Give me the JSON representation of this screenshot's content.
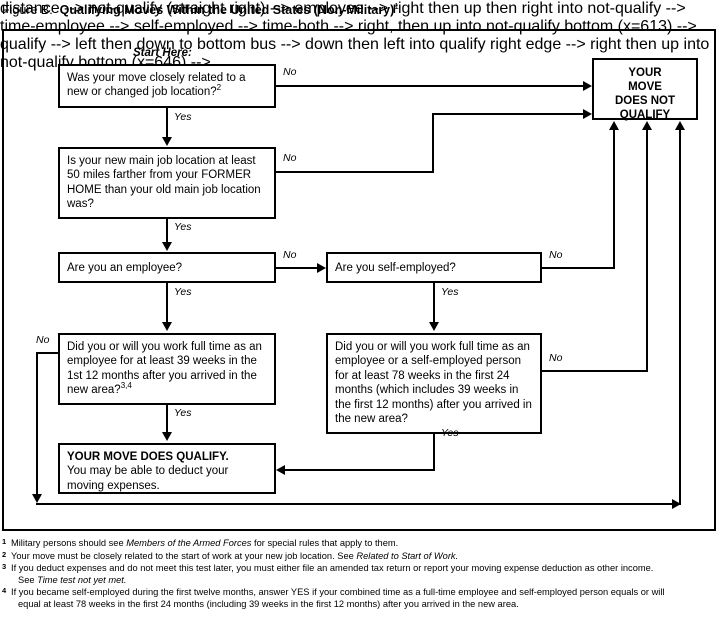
{
  "title": {
    "label": "Figure B.",
    "name": "Qualifying Moves Within the United States (Non-Military)",
    "superscript": "1"
  },
  "start_label": "Start Here:",
  "nodes": {
    "start": {
      "id": "start",
      "lines": [
        "Was your move closely related to a",
        "new or changed job location?"
      ],
      "superscript": "2"
    },
    "distance": {
      "id": "distance",
      "lines": [
        "Is your new main job location at least",
        "50 miles farther from your FORMER",
        "HOME than your old main job location",
        "was?"
      ]
    },
    "employee": {
      "id": "employee",
      "lines": [
        "Are you an employee?"
      ]
    },
    "self_employed": {
      "id": "self_employed",
      "lines": [
        "Are you self-employed?"
      ]
    },
    "time_employee": {
      "id": "time_employee",
      "lines": [
        "Did you or will you work full time as an",
        "employee for at least 39 weeks in the",
        "1st 12 months after you arrived in the",
        "new area?"
      ],
      "superscript": "3,4"
    },
    "time_both": {
      "id": "time_both",
      "lines": [
        "Did you or will you work full time as an",
        "employee or a self-employed person",
        "for at least 78 weeks in the first 24",
        "months (which includes 39 weeks in",
        "the first 12 months) after you arrived in",
        "the new area?"
      ]
    },
    "qualify": {
      "id": "qualify",
      "heading": "YOUR MOVE DOES QUALIFY.",
      "lines": [
        "You may be able to deduct your",
        "moving expenses."
      ]
    },
    "not_qualify": {
      "id": "not_qualify",
      "lines": [
        "YOUR",
        "MOVE",
        "DOES NOT",
        "QUALIFY"
      ]
    }
  },
  "edges": {
    "start_no": "No",
    "start_yes": "Yes",
    "distance_no": "No",
    "distance_yes": "Yes",
    "employee_no": "No",
    "employee_yes": "Yes",
    "self_employed_no": "No",
    "self_employed_yes": "Yes",
    "time_employee_no": "No",
    "time_employee_yes": "Yes",
    "time_both_no": "No",
    "time_both_yes": "Yes"
  },
  "footnotes": [
    {
      "num": "1",
      "pre": "Military persons should see ",
      "italic": "Members of the Armed Forces",
      "post": " for special rules that apply to them."
    },
    {
      "num": "2",
      "pre": "Your move must be closely related to the start of work at your new job location. See ",
      "italic": "Related to Start of Work.",
      "post": ""
    },
    {
      "num": "3",
      "pre": "If you deduct expenses and do not meet this test later, you must either file an amended tax return or report your moving expense deduction as other income.",
      "cont_pre": "See ",
      "cont_italic": "Time test not yet met.",
      "italic": "",
      "post": ""
    },
    {
      "num": "4",
      "pre": "If you became self-employed during the first twelve months, answer YES if your combined time as a full-time employee and self-employed person equals or will",
      "cont_pre": "equal at least 78 weeks in the first 24 months (including 39 weeks in the first 12 months) after you arrived in the new area.",
      "italic": "",
      "post": ""
    }
  ],
  "colors": {
    "stroke": "#000000",
    "background": "#ffffff"
  }
}
